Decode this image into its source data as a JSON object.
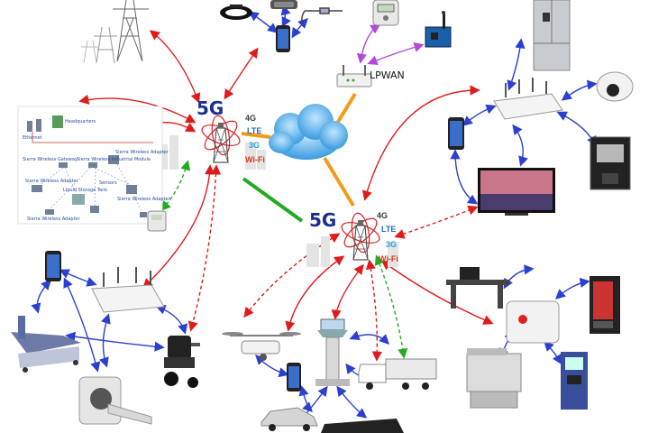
{
  "towers": [
    {
      "name": "tower-top",
      "label": "5G",
      "bands": [
        "4G",
        "LTE",
        "3G",
        "Wi-Fi"
      ]
    },
    {
      "name": "tower-bottom",
      "label": "5G",
      "bands": [
        "4G",
        "LTE",
        "3G",
        "Wi-Fi"
      ]
    }
  ],
  "gateway_label": "LPWAN",
  "industrial_diagram": {
    "labels": [
      "Headquarters",
      "Ethernet",
      "Sierra Wireless Gateway",
      "Sierra Wireless Industrial Module",
      "Sierra Wireless Adapter",
      "Sierra Wireless Adapter",
      "Sensors",
      "Liquid Storage Tank",
      "Sierra Wireless Adapter",
      "Sierra Wireless Adapter"
    ]
  },
  "colors": {
    "red_link": "#e01b1b",
    "blue_link": "#2b3fd0",
    "green_link": "#22aa22",
    "orange_link": "#f39a1a",
    "purple_link": "#b04ad8",
    "label_blue": "#1a2f8f",
    "cloud": "#4aa6e6"
  },
  "icons": [
    "transmission-tower-icon",
    "fitness-band-icon",
    "vr-headset-icon",
    "smart-glasses-icon",
    "smartphone-icon",
    "smart-meter-icon",
    "iot-board-icon",
    "lpwan-gateway-icon",
    "refrigerator-icon",
    "security-camera-icon",
    "coffee-machine-icon",
    "television-icon",
    "cloud-icon",
    "hospital-bed-icon",
    "mri-scanner-icon",
    "power-wheelchair-icon",
    "access-point-icon",
    "drone-icon",
    "control-tower-icon",
    "truck-icon",
    "car-icon",
    "bus-icon",
    "office-desk-icon",
    "vending-machine-icon",
    "copier-icon",
    "atm-icon",
    "rfid-reader-icon"
  ]
}
